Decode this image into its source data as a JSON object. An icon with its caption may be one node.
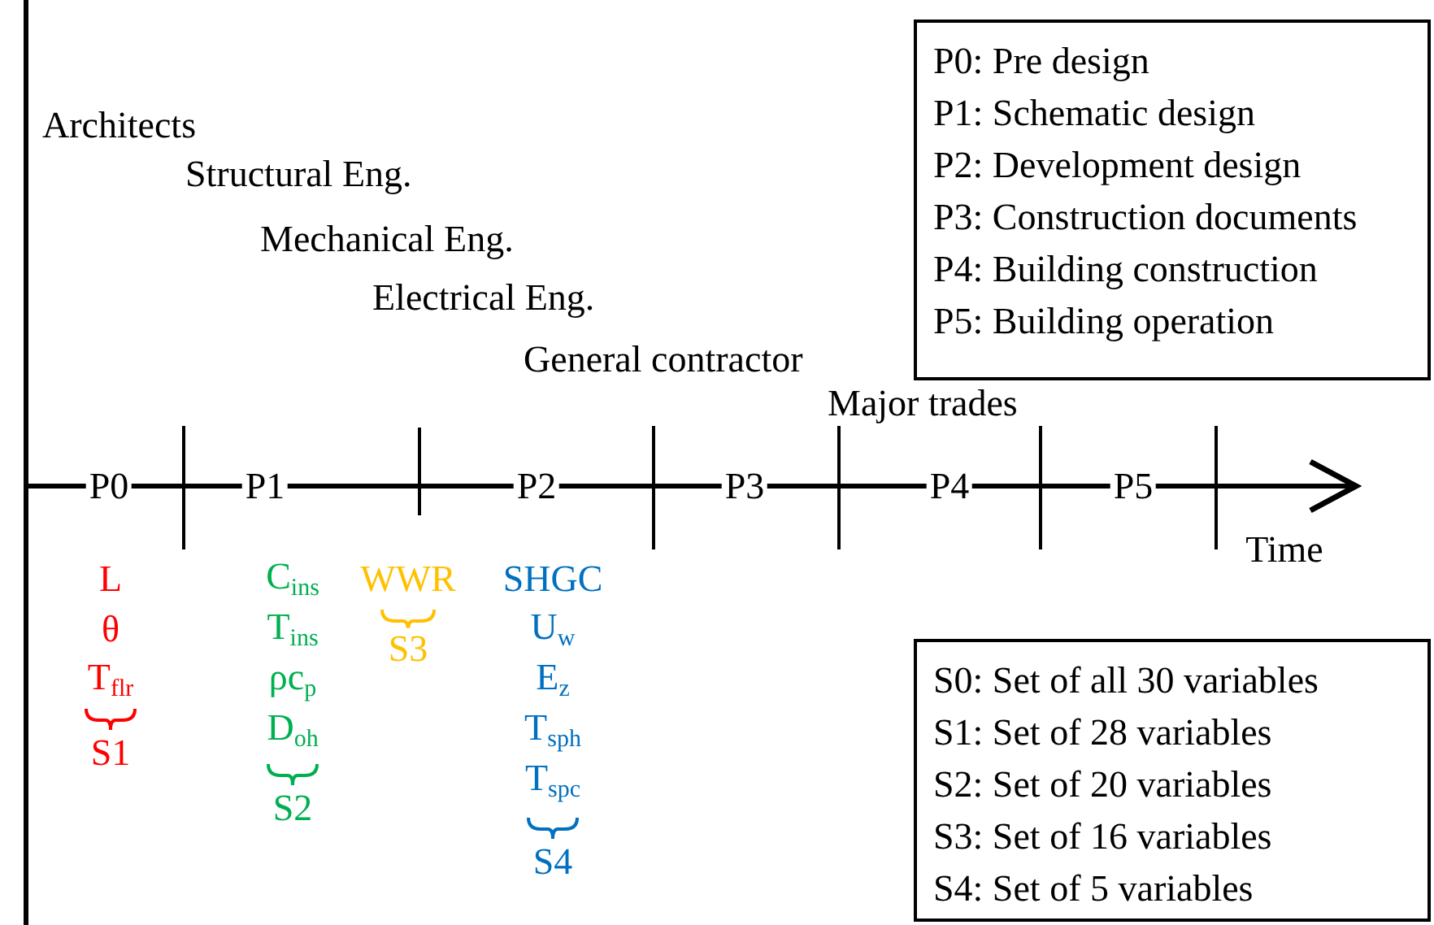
{
  "diagram": {
    "nodes": [
      {
        "text": [
          "P0: Pre design",
          "P1: Schematic design",
          "P2: Development design",
          "P3: Construction documents",
          "P4: Building construction",
          "P5: Building operation"
        ]
      },
      {
        "text": [
          "S0: Set of all 30 variables",
          "S1: Set of 28 variables",
          "S2: Set of 20 variables",
          "S3: Set of 16 variables",
          "S4: Set of 5 variables"
        ]
      }
    ],
    "labels": [
      "Architects",
      "Structural Eng.",
      "Mechanical Eng.",
      "Electrical Eng.",
      "General contractor",
      "Major trades",
      "P0",
      "P1",
      "P2",
      "P3",
      "P4",
      "P5",
      "Time",
      "L",
      "θ",
      "T$_{flr}$",
      "S1",
      "C$_{ins}$",
      "T$_{ins}$",
      "ρc$_{p}$",
      "D$_{oh}$",
      "S2",
      "WWR",
      "S3",
      "SHGC",
      "U$_{w}$",
      "E$_{z}$",
      "T$_{sph}$",
      "T$_{spc}$",
      "S4"
    ]
  }
}
